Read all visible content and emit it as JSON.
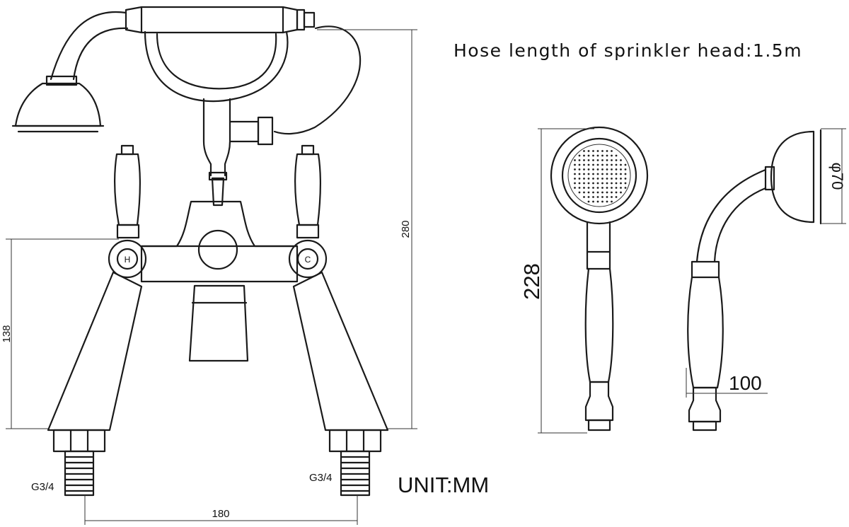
{
  "note": "Hose length of sprinkler head:1.5m",
  "unit": "UNIT:MM",
  "dimensions": {
    "total_height": "280",
    "body_height": "138",
    "centers": "180",
    "thread_left": "G3/4",
    "thread_right": "G3/4",
    "handset_length": "228",
    "handset_depth": "100",
    "head_diameter": "φ70"
  },
  "handle_labels": {
    "hot": "H",
    "cold": "C"
  }
}
